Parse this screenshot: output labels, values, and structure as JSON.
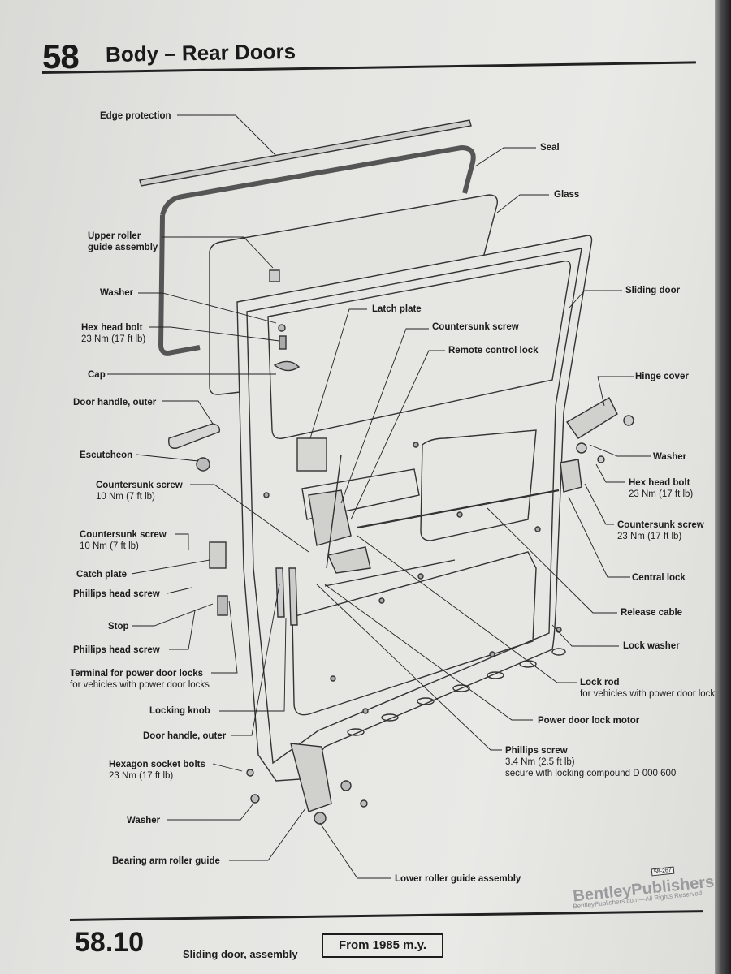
{
  "header": {
    "chapter_number": "58",
    "chapter_title": "Body – Rear Doors"
  },
  "labels": {
    "edge_protection": "Edge protection",
    "seal": "Seal",
    "glass": "Glass",
    "upper_roller_1": "Upper roller",
    "upper_roller_2": "guide assembly",
    "sliding_door": "Sliding door",
    "washer_top": "Washer",
    "latch_plate": "Latch plate",
    "hex_bolt_left": "Hex head bolt",
    "hex_bolt_left_torque": "23 Nm (17 ft lb)",
    "countersunk_top": "Countersunk screw",
    "remote_lock": "Remote control lock",
    "cap": "Cap",
    "hinge_cover": "Hinge cover",
    "door_handle_outer_top": "Door handle, outer",
    "escutcheon": "Escutcheon",
    "washer_right": "Washer",
    "hex_bolt_right": "Hex head bolt",
    "hex_bolt_right_torque": "23 Nm (17 ft lb)",
    "countersunk_left1": "Countersunk screw",
    "countersunk_left1_torque": "10 Nm (7 ft lb)",
    "countersunk_right": "Countersunk screw",
    "countersunk_right_torque": "23 Nm (17 ft lb)",
    "countersunk_left2": "Countersunk screw",
    "countersunk_left2_torque": "10 Nm (7 ft lb)",
    "central_lock": "Central lock",
    "catch_plate": "Catch plate",
    "phillips_left1": "Phillips head screw",
    "release_cable": "Release cable",
    "stop": "Stop",
    "lock_washer": "Lock washer",
    "phillips_left2": "Phillips head screw",
    "terminal_1": "Terminal for power door locks",
    "terminal_2": "for vehicles with power door locks",
    "lock_rod": "Lock rod",
    "lock_rod_note": "for vehicles with power door locks",
    "locking_knob": "Locking knob",
    "power_motor": "Power door lock motor",
    "door_handle_outer_bottom": "Door handle, outer",
    "phillips_screw": "Phillips screw",
    "phillips_screw_torque": "3.4 Nm (2.5 ft lb)",
    "phillips_screw_note": "secure with locking compound D 000 600",
    "hex_socket": "Hexagon socket bolts",
    "hex_socket_torque": "23 Nm (17 ft lb)",
    "washer_bottom": "Washer",
    "bearing_arm": "Bearing arm roller guide",
    "lower_roller": "Lower roller guide assembly"
  },
  "footer": {
    "section_number": "58.10",
    "section_title": "Sliding door, assembly",
    "model_year": "From 1985 m.y.",
    "publisher": "BentleyPublishers.com",
    "publisher_url": "BentleyPublishers.com—All Rights Reserved",
    "figure_number": "58-267"
  }
}
